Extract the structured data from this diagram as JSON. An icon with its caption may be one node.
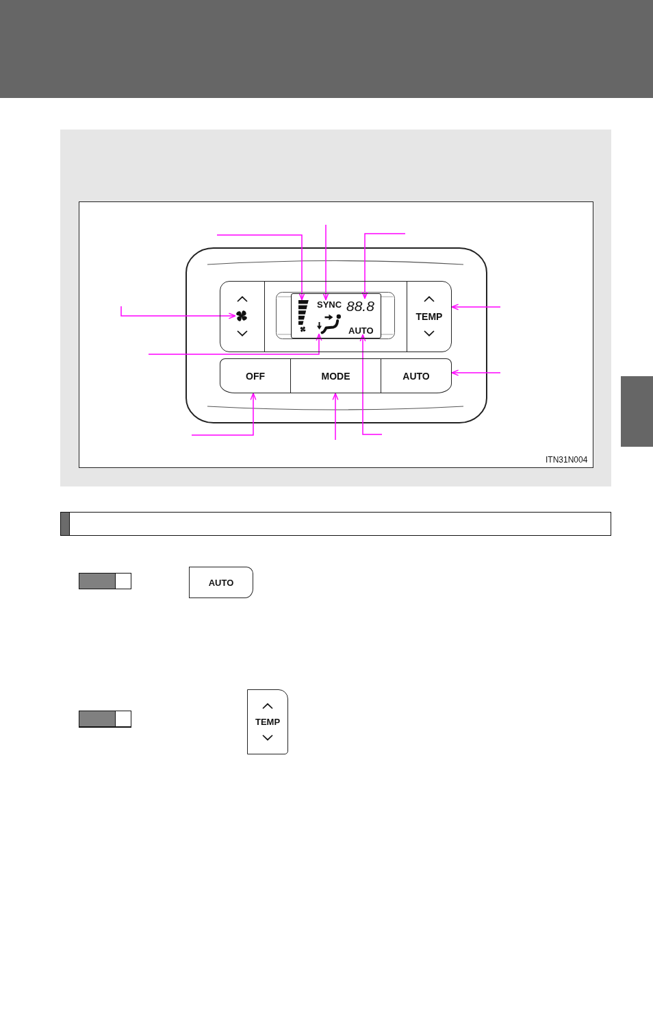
{
  "diagram": {
    "nodes": [
      {
        "text": [],
        "shape": "box"
      },
      {
        "text": [],
        "shape": "picture",
        "in": 0
      },
      {
        "text": [],
        "shape": "box"
      },
      {
        "text": [],
        "shape": "box",
        "in": 2
      },
      {
        "text": [],
        "shape": "bar",
        "in": 3
      },
      {
        "text": [
          "SYNC"
        ],
        "in": 3
      },
      {
        "text": [
          "88.8"
        ],
        "in": 3
      },
      {
        "text": [],
        "shape": "picture",
        "in": 3
      },
      {
        "text": [
          "AUTO"
        ],
        "in": 3
      },
      {
        "text": [
          "TEMP"
        ]
      },
      {
        "text": [
          "OFF"
        ]
      },
      {
        "text": [
          "MODE"
        ]
      },
      {
        "text": [
          "AUTO"
        ]
      },
      {
        "text": [],
        "shape": "box"
      },
      {
        "text": [],
        "shape": "bar"
      },
      {
        "text": [],
        "shape": "bar"
      },
      {
        "text": [
          "AUTO"
        ]
      },
      {
        "text": [],
        "shape": "bar"
      },
      {
        "text": [
          "TEMP"
        ]
      }
    ],
    "edges": [
      {
        "from": null,
        "to": 4,
        "arrow": "to"
      },
      {
        "from": null,
        "to": 5,
        "arrow": "to"
      },
      {
        "from": null,
        "to": 6,
        "arrow": "to"
      },
      {
        "from": null,
        "to": 1,
        "arrow": "to"
      },
      {
        "from": null,
        "to": 9,
        "arrow": "to"
      },
      {
        "from": null,
        "to": 7,
        "arrow": "to"
      },
      {
        "from": null,
        "to": 12,
        "arrow": "to"
      },
      {
        "from": null,
        "to": 10,
        "arrow": "to"
      },
      {
        "from": null,
        "to": 11,
        "arrow": "to"
      },
      {
        "from": null,
        "to": 8,
        "arrow": "to"
      }
    ],
    "labels": [
      "ITN31N004"
    ]
  }
}
